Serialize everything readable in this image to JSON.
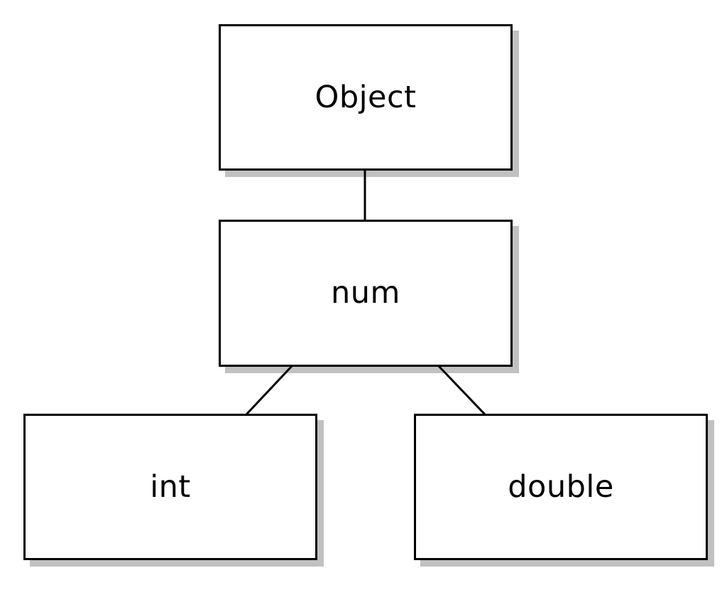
{
  "diagram": {
    "type": "class-hierarchy",
    "nodes": [
      {
        "id": "object",
        "label": "Object"
      },
      {
        "id": "num",
        "label": "num"
      },
      {
        "id": "int",
        "label": "int"
      },
      {
        "id": "double",
        "label": "double"
      }
    ],
    "edges": [
      {
        "from": "Object",
        "to": "num"
      },
      {
        "from": "num",
        "to": "int"
      },
      {
        "from": "num",
        "to": "double"
      }
    ]
  },
  "colors": {
    "background": "#ffffff",
    "node_fill": "#ffffff",
    "node_border": "#000000",
    "edge": "#000000",
    "shadow": "#c1c1c1",
    "text": "#000000"
  }
}
